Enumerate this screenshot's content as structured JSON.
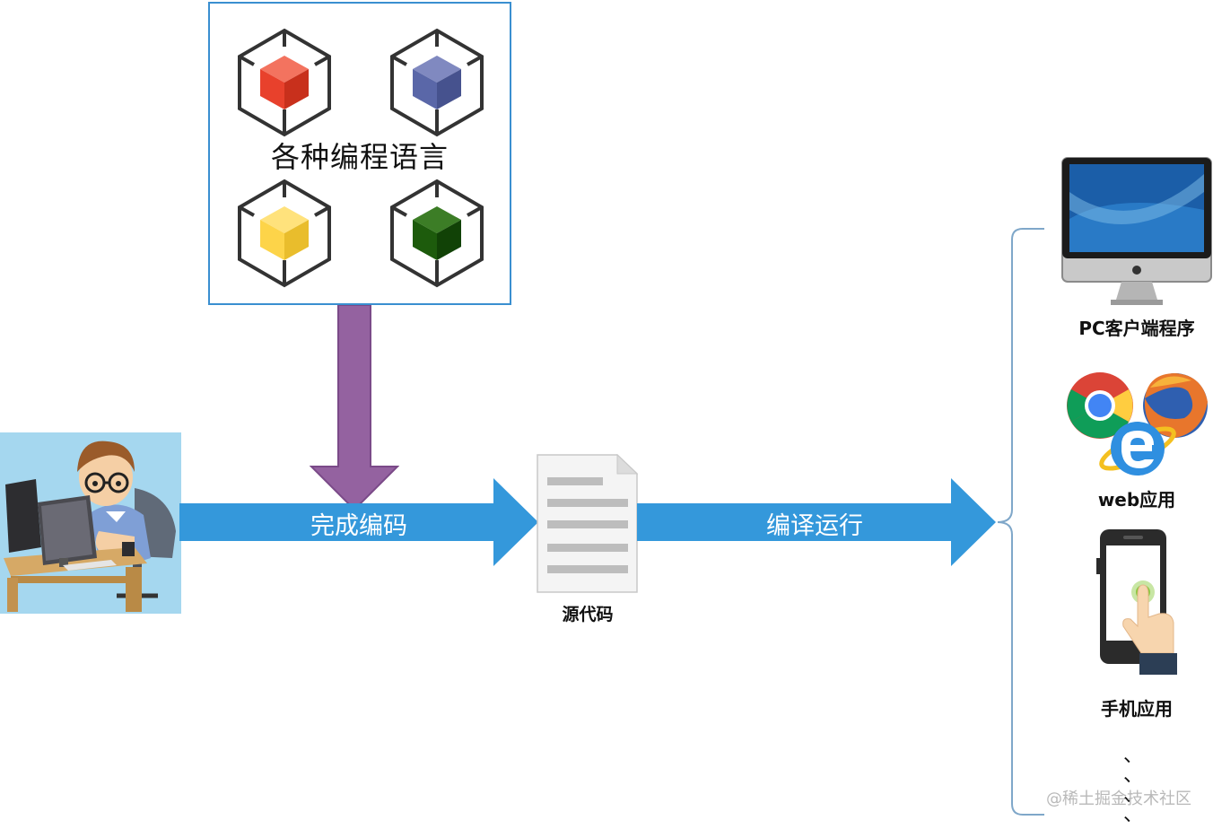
{
  "languages_box": {
    "title": "各种编程语言",
    "cube_colors": [
      "#e8412c",
      "#5a67a8",
      "#fdd449",
      "#1d5b0c"
    ]
  },
  "flow": {
    "coding_label": "完成编码",
    "compile_label": "编译运行",
    "source_code_caption": "源代码"
  },
  "outputs": [
    {
      "caption": "PC客户端程序",
      "icon": "desktop-computer-icon"
    },
    {
      "caption": "web应用",
      "icon": "browsers-icon"
    },
    {
      "caption": "手机应用",
      "icon": "smartphone-icon"
    }
  ],
  "ellipsis": "、\n、\n、\n、",
  "watermark": "@稀土掘金技术社区",
  "colors": {
    "arrow_blue": "#3498db",
    "arrow_purple": "#9462a0",
    "box_border": "#3a8fd0"
  }
}
